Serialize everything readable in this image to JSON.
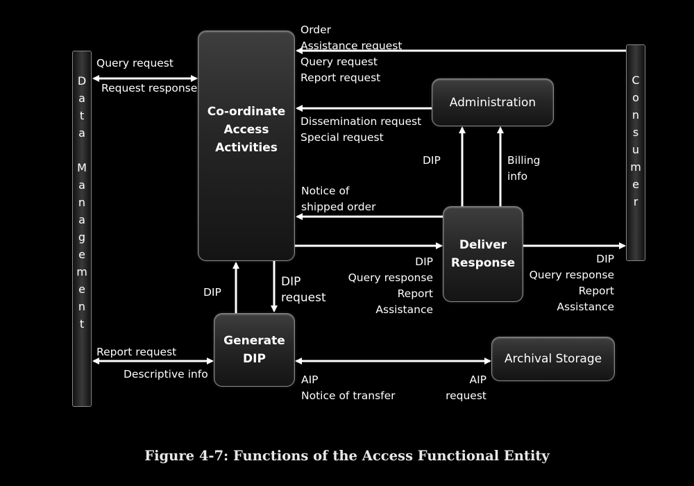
{
  "boxes": {
    "coordinate": "Co-ordinate\nAccess\nActivities",
    "administration": "Administration",
    "deliver": "Deliver\nResponse",
    "generate": "Generate\nDIP",
    "archival": "Archival Storage"
  },
  "side_bars": {
    "data_management": [
      "D",
      "a",
      "t",
      "a",
      "",
      "M",
      "a",
      "n",
      "a",
      "g",
      "e",
      "m",
      "e",
      "n",
      "t"
    ],
    "consumer": [
      "C",
      "o",
      "n",
      "s",
      "u",
      "m",
      "e",
      "r"
    ]
  },
  "labels": {
    "consumer_to_coord": "Order\nAssistance request\nQuery request\nReport request",
    "dm_query": "Query request",
    "dm_response": "Request response",
    "admin_to_coord": "Dissemination request\nSpecial request",
    "dip_up": "DIP",
    "billing": "Billing\ninfo",
    "shipped": "Notice of\nshipped order",
    "deliver_in": "DIP\nQuery response\nReport\nAssistance",
    "deliver_out": "DIP\nQuery response\nReport\nAssistance",
    "dip_to_coord": "DIP",
    "dip_request": "DIP\nrequest",
    "dm_report": "Report request",
    "dm_descriptive": "Descriptive info",
    "aip_left": "AIP\nNotice of transfer",
    "aip_right": "AIP\nrequest"
  },
  "caption": "Figure 4-7:  Functions of the Access Functional Entity"
}
